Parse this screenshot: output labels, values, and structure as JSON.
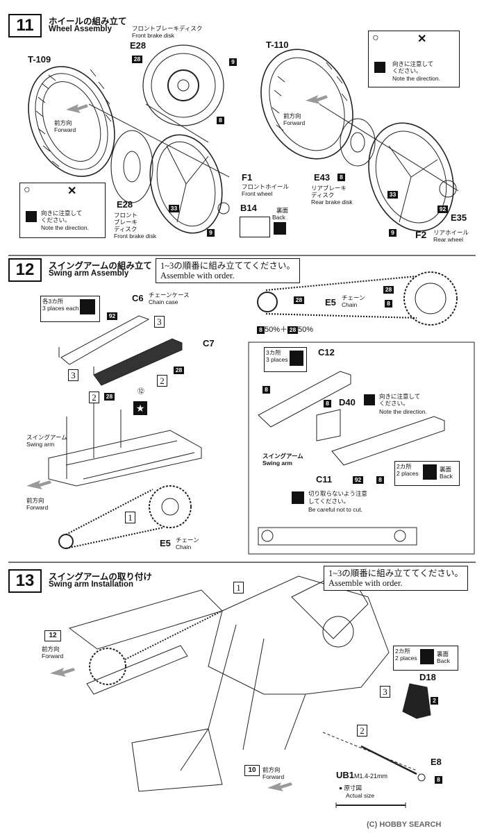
{
  "step11": {
    "number": "11",
    "title_jp": "ホイールの組み立て",
    "title_en": "Wheel Assembly",
    "front_tire": "T-109",
    "rear_tire": "T-110",
    "front_disk_label_jp": "フロントブレーキディスク",
    "front_disk_label_en": "Front brake disk",
    "e28_top": "E28",
    "e28_bottom": "E28",
    "e28_bottom_jp1": "フロント",
    "e28_bottom_jp2": "ブレーキ",
    "e28_bottom_jp3": "ディスク",
    "e28_bottom_en": "Front brake disk",
    "forward_jp_1": "前方向",
    "forward_en_1": "Forward",
    "forward_jp_2": "前方向",
    "forward_en_2": "Forward",
    "f1": "F1",
    "f1_jp": "フロントホイール",
    "f1_en": "Front wheel",
    "b14": "B14",
    "back_jp": "裏面",
    "back_en": "Back",
    "e43": "E43",
    "e43_jp1": "リアブレーキ",
    "e43_jp2": "ディスク",
    "e43_en": "Rear brake disk",
    "f2": "F2",
    "f2_jp": "リアホイール",
    "f2_en": "Rear wheel",
    "e35": "E35",
    "direction_jp1": "向きに注意して",
    "direction_jp2": "ください。",
    "direction_en": "Note the direction.",
    "direction2_jp1": "向きに注意して",
    "direction2_jp2": "ください。",
    "direction2_en": "Note the direction.",
    "circle": "○",
    "cross": "✕",
    "m9a": "9",
    "m8a": "8",
    "m28a": "28",
    "m33a": "33",
    "m9b": "9",
    "m8b": "8",
    "m33b": "33",
    "m92a": "92",
    "m9c": "9"
  },
  "step12": {
    "number": "12",
    "title_jp": "スイングアームの組み立て",
    "title_en": "Swing arm Assembly",
    "order_jp": "1~3の順番に組み立ててください。",
    "order_en": "Assemble with order.",
    "c6": "C6",
    "c6_jp": "チェーンケース",
    "c6_en": "Chain case",
    "c7": "C7",
    "each3_jp": "各3カ所",
    "each3_en": "3 places each",
    "swingarm_jp": "スイングアーム",
    "swingarm_en": "Swing arm",
    "forward_jp": "前方向",
    "forward_en": "Forward",
    "e5": "E5",
    "e5_jp": "チェーン",
    "e5_en": "Chain",
    "e5b": "E5",
    "e5b_jp": "チェーン",
    "e5b_en": "Chain",
    "mix": "50%＋",
    "mix2": "50%",
    "c12": "C12",
    "three_jp": "3カ所",
    "three_en": "3 places",
    "d40": "D40",
    "dir_jp1": "向きに注意して",
    "dir_jp2": "ください。",
    "dir_en": "Note the direction.",
    "swingarm2_jp": "スイングアーム",
    "swingarm2_en": "Swing arm",
    "c11": "C11",
    "two_jp": "2カ所",
    "two_en": "2 places",
    "back_jp": "裏面",
    "back_en": "Back",
    "cut_jp1": "切り取らないよう注意",
    "cut_jp2": "してください。",
    "cut_en": "Be careful not to cut.",
    "decal": "⑫",
    "m92": "92",
    "m28a": "28",
    "m28b": "28",
    "m28c": "28",
    "m28d": "28",
    "m8a": "8",
    "m8b": "8",
    "m8c": "8",
    "m8d": "8",
    "m8e": "8",
    "m92b": "92",
    "m28e": "28",
    "o1": "1",
    "o2a": "2",
    "o2b": "2",
    "o3a": "3",
    "o3b": "3"
  },
  "step13": {
    "number": "13",
    "title_jp": "スイングアームの取り付け",
    "title_en": "Swing arm Installation",
    "order_jp": "1~3の順番に組み立ててください。",
    "order_en": "Assemble with order.",
    "ref12": "12",
    "ref10": "10",
    "forward_jp": "前方向",
    "forward_en": "Forward",
    "forward2_jp": "前方向",
    "forward2_en": "Forward",
    "two_jp": "2カ所",
    "two_en": "2 places",
    "back_jp": "裏面",
    "back_en": "Back",
    "d18": "D18",
    "m2": "2",
    "e8": "E8",
    "m8": "8",
    "ub1": "UB1",
    "ub1_size": "M1.4-21mm",
    "actual_jp": "原寸図",
    "actual_en": "Actual size",
    "o1": "1",
    "o2": "2",
    "o3": "3"
  },
  "watermark": "(C) HOBBY SEARCH"
}
